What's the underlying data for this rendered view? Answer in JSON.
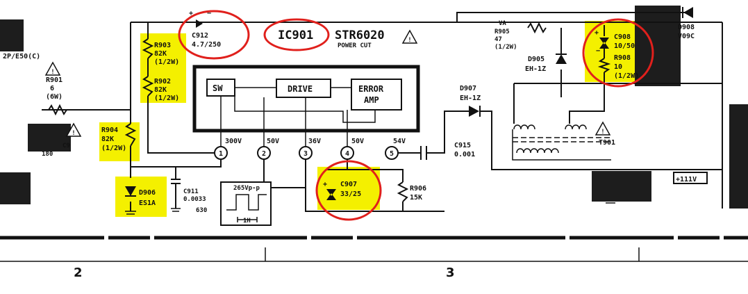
{
  "ic": {
    "name": "IC901",
    "part": "STR6020",
    "subtitle": "POWER CUT",
    "blocks": {
      "sw": "SW",
      "drive": "DRIVE",
      "error_amp_1": "ERROR",
      "error_amp_2": "AMP"
    },
    "pins": [
      "1",
      "2",
      "3",
      "4",
      "5"
    ],
    "pin_voltages": [
      "300V",
      "50V",
      "36V",
      "50V",
      "54V"
    ]
  },
  "components": {
    "c912": {
      "ref": "C912",
      "value": "4.7/250"
    },
    "r903": {
      "ref": "R903",
      "value": "82K",
      "rating": "(1/2W)"
    },
    "r902": {
      "ref": "R902",
      "value": "82K",
      "rating": "(1/2W)"
    },
    "r904": {
      "ref": "R904",
      "value": "82K",
      "rating": "(1/2W)"
    },
    "d906": {
      "ref": "D906",
      "value": "ES1A"
    },
    "c911": {
      "ref": "C911",
      "value": "0.0033",
      "note": "630"
    },
    "c907": {
      "ref": "C907",
      "value": "33/25"
    },
    "r906": {
      "ref": "R906",
      "value": "15K"
    },
    "d907": {
      "ref": "D907",
      "value": "EH-1Z"
    },
    "c915": {
      "ref": "C915",
      "value": "0.001"
    },
    "r905": {
      "ref": "R905",
      "value": "47",
      "rating": "(1/2W)",
      "top": "VA"
    },
    "d905": {
      "ref": "D905",
      "value": "EH-1Z"
    },
    "c908": {
      "ref": "C908",
      "value": "10/50"
    },
    "r908": {
      "ref": "R908",
      "value": "10",
      "rating": "(1/2W)"
    },
    "d908": {
      "ref": "D908",
      "value": "V09C"
    },
    "t901": {
      "ref": "T901"
    },
    "r901": {
      "ref": "R901",
      "value": "6",
      "rating": "(6W)"
    }
  },
  "misc": {
    "waveform": "265Vp-p",
    "waveform_period": "1H",
    "supply": "+111V",
    "left_partial_top": "2P/E50(C)",
    "left_partial_2": "C9",
    "left_partial_3": "180"
  },
  "zones": [
    "2",
    "3"
  ],
  "colors": {
    "highlight": "#f4f000",
    "circle": "#e0201c",
    "ink": "#111111"
  }
}
